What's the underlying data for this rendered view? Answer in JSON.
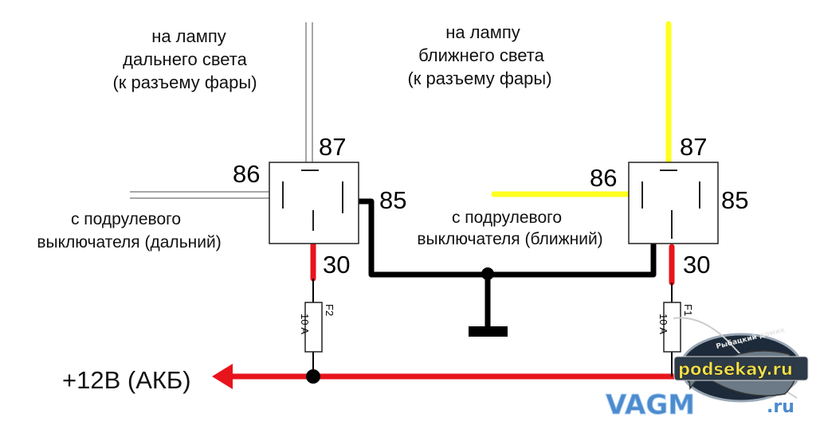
{
  "labels": {
    "high_beam_lamp": [
      "на лампу",
      "дальнего света",
      "(к разъему фары)"
    ],
    "low_beam_lamp": [
      "на лампу",
      "ближнего света",
      "(к разъему фары)"
    ],
    "high_switch": [
      "с подрулевого",
      "выключателя (дальний)"
    ],
    "low_switch": [
      "с подрулевого",
      "выключателя (ближний)"
    ],
    "battery": "+12В (АКБ)"
  },
  "relay_left": {
    "pin_86": "86",
    "pin_87": "87",
    "pin_85": "85",
    "pin_30": "30"
  },
  "relay_right": {
    "pin_86": "86",
    "pin_87": "87",
    "pin_85": "85",
    "pin_30": "30"
  },
  "fuse_left": {
    "name": "F2",
    "rating": "10 A"
  },
  "fuse_right": {
    "name": "F1",
    "rating": "10 A"
  },
  "watermark": {
    "site": "podsekay.ru",
    "caption": "Рыбацкий домик",
    "brand": "VAGM",
    "suffix": ".ru"
  },
  "colors": {
    "power_wire": "#e8141c",
    "ground_wire": "#000000",
    "low_beam_wire": "#ffff1e",
    "high_beam_wire": "#e8e8e8",
    "watermark_blue": "#3a7ec8"
  }
}
